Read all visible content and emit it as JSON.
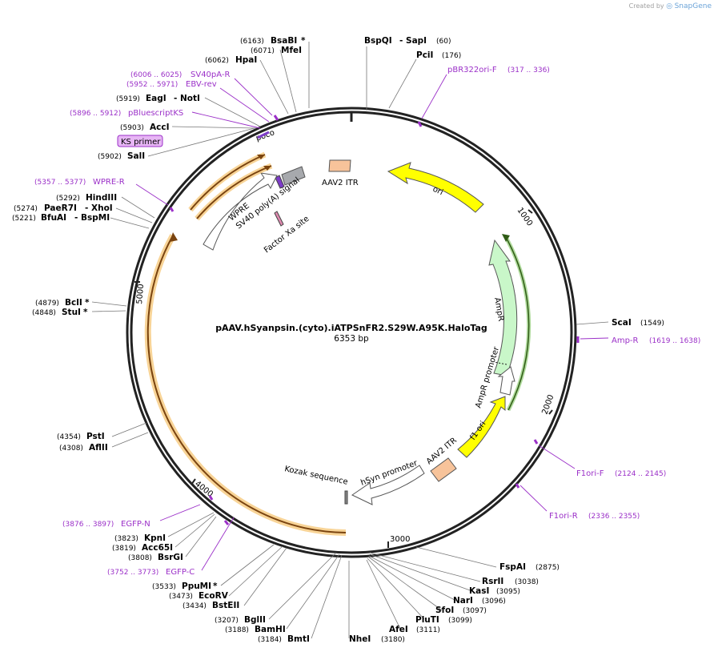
{
  "branding": {
    "created_by": "Created by",
    "app": "SnapGene"
  },
  "plasmid": {
    "name": "pAAV.hSyanpsin.(cyto).iATPSnFR2.S29W.A95K.HaloTag",
    "length_label": "6353 bp"
  },
  "ticks": [
    "1000",
    "2000",
    "3000",
    "4000",
    "5000"
  ],
  "features": {
    "ori": "ori",
    "aav2_itr_top": "AAV2 ITR",
    "sv40_polya": "SV40 poly(A) signal",
    "factor_xa": "Factor Xa site",
    "wpre": "WPRE",
    "poco": "poco",
    "ampr": "AmpR",
    "ampr_promoter": "AmpR promoter",
    "f1_ori": "f1 ori",
    "aav2_itr_bottom": "AAV2 ITR",
    "hsyn_promoter": "hSyn promoter",
    "kozak": "Kozak sequence"
  },
  "ks_primer_label": "KS primer",
  "left_labels": [
    {
      "pos": "(6163)",
      "name": "BsaBI",
      "star": "*"
    },
    {
      "pos": "(6071)",
      "name": "MfeI",
      "star": ""
    },
    {
      "pos": "(6062)",
      "name": "HpaI",
      "star": ""
    },
    {
      "pos": "(5919)",
      "name": "EagI",
      "second": "- NotI"
    },
    {
      "pos": "(5903)",
      "name": "AccI",
      "star": ""
    },
    {
      "pos": "(5902)",
      "name": "SalI",
      "star": ""
    },
    {
      "pos": "(5292)",
      "name": "HindIII",
      "star": ""
    },
    {
      "pos": "(5274)",
      "name": "PaeR7I",
      "second": "- XhoI"
    },
    {
      "pos": "(5221)",
      "name": "BfuAI",
      "second": "- BspMI"
    },
    {
      "pos": "(4879)",
      "name": "BclI",
      "star": "*"
    },
    {
      "pos": "(4848)",
      "name": "StuI",
      "star": "*"
    },
    {
      "pos": "(4354)",
      "name": "PstI",
      "star": ""
    },
    {
      "pos": "(4308)",
      "name": "AflII",
      "star": ""
    },
    {
      "pos": "(3823)",
      "name": "KpnI",
      "star": ""
    },
    {
      "pos": "(3819)",
      "name": "Acc65I",
      "star": ""
    },
    {
      "pos": "(3808)",
      "name": "BsrGI",
      "star": ""
    },
    {
      "pos": "(3533)",
      "name": "PpuMI",
      "star": "*"
    },
    {
      "pos": "(3473)",
      "name": "EcoRV",
      "star": ""
    },
    {
      "pos": "(3434)",
      "name": "BstEII",
      "star": ""
    },
    {
      "pos": "(3207)",
      "name": "BglII",
      "star": ""
    },
    {
      "pos": "(3188)",
      "name": "BamHI",
      "star": ""
    },
    {
      "pos": "(3184)",
      "name": "BmtI",
      "star": ""
    }
  ],
  "right_labels": [
    {
      "name": "BspQI",
      "second": "- SapI",
      "pos": "(60)"
    },
    {
      "name": "PciI",
      "pos": "(176)"
    },
    {
      "name": "ScaI",
      "pos": "(1549)"
    },
    {
      "name": "FspAI",
      "pos": "(2875)"
    },
    {
      "name": "RsrII",
      "pos": "(3038)"
    },
    {
      "name": "KasI",
      "pos": "(3095)"
    },
    {
      "name": "NarI",
      "pos": "(3096)"
    },
    {
      "name": "SfoI",
      "pos": "(3097)"
    },
    {
      "name": "PluTI",
      "pos": "(3099)"
    },
    {
      "name": "AfeI",
      "pos": "(3111)"
    },
    {
      "name": "NheI",
      "pos": "(3180)"
    }
  ],
  "primers": [
    {
      "name": "SV40pA-R",
      "range": "(6006 .. 6025)"
    },
    {
      "name": "EBV-rev",
      "range": "(5952 .. 5971)"
    },
    {
      "name": "pBluescriptKS",
      "range": "(5896 .. 5912)"
    },
    {
      "name": "WPRE-R",
      "range": "(5357 .. 5377)"
    },
    {
      "name": "EGFP-N",
      "range": "(3876 .. 3897)"
    },
    {
      "name": "EGFP-C",
      "range": "(3752 .. 3773)"
    },
    {
      "name": "pBR322ori-F",
      "range": "(317 .. 336)"
    },
    {
      "name": "Amp-R",
      "range": "(1619 .. 1638)"
    },
    {
      "name": "F1ori-F",
      "range": "(2124 .. 2145)"
    },
    {
      "name": "F1ori-R",
      "range": "(2336 .. 2355)"
    }
  ],
  "colors": {
    "ring": "#222222",
    "yellow": "#ffff00",
    "orange": "#f7c39a",
    "ampr": "#c9f7c9",
    "grey": "#a7a9ad",
    "primer": "#9b30c8",
    "gold_glow": "#f5c26b",
    "ks_bg": "#e7b6f5"
  }
}
